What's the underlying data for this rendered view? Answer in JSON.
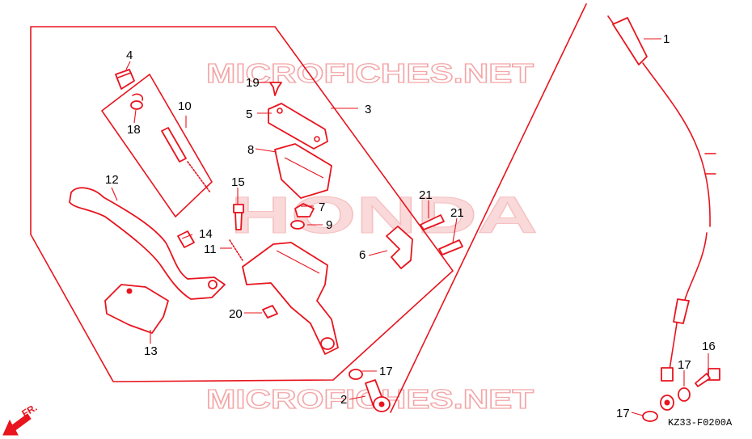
{
  "watermarks": {
    "top": "MICROFICHES.NET",
    "center": "HONDA",
    "bottom": "MICROFICHES.NET"
  },
  "callouts": {
    "c1": "1",
    "c2": "2",
    "c3": "3",
    "c4": "4",
    "c5": "5",
    "c6": "6",
    "c7": "7",
    "c8": "8",
    "c9": "9",
    "c10": "10",
    "c11": "11",
    "c12": "12",
    "c13": "13",
    "c14": "14",
    "c15": "15",
    "c16": "16",
    "c17a": "17",
    "c17b": "17",
    "c17c": "17",
    "c18": "18",
    "c19": "19",
    "c20": "20",
    "c21a": "21",
    "c21b": "21"
  },
  "diagram_code": "KZ33-F0200A",
  "direction_label": "FR.",
  "colors": {
    "line": "#e8141e",
    "watermark": "#f3a6a8"
  }
}
